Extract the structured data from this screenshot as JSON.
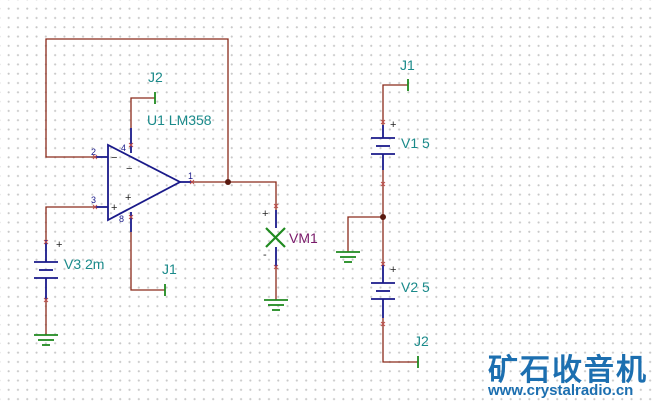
{
  "components": {
    "u1": {
      "label": "U1 LM358",
      "pin_inverting": "2",
      "pin_noninverting": "3",
      "pin_output": "1",
      "pin_vcc": "4",
      "pin_vee": "8",
      "sign_minus": "−",
      "sign_plus": "+"
    },
    "v3": {
      "label": "V3 2m"
    },
    "v1": {
      "label": "V1 5"
    },
    "v2": {
      "label": "V2 5"
    },
    "vm1": {
      "label": "VM1"
    }
  },
  "jumpers": {
    "j2_top": "J2",
    "j1_left": "J1",
    "j1_right": "J1",
    "j2_right": "J2"
  },
  "polarity": {
    "plus": "+",
    "minus": "-"
  },
  "watermark": {
    "name": "矿石收音机",
    "url": "www.crystalradio.cn"
  },
  "colors": {
    "wire": "#8a2a1a",
    "ground": "#1f8a1f",
    "component": "#1a1a8a",
    "label": "#1a8a8a",
    "meter": "#7a1a6a",
    "watermark": "#1c6fb0"
  }
}
